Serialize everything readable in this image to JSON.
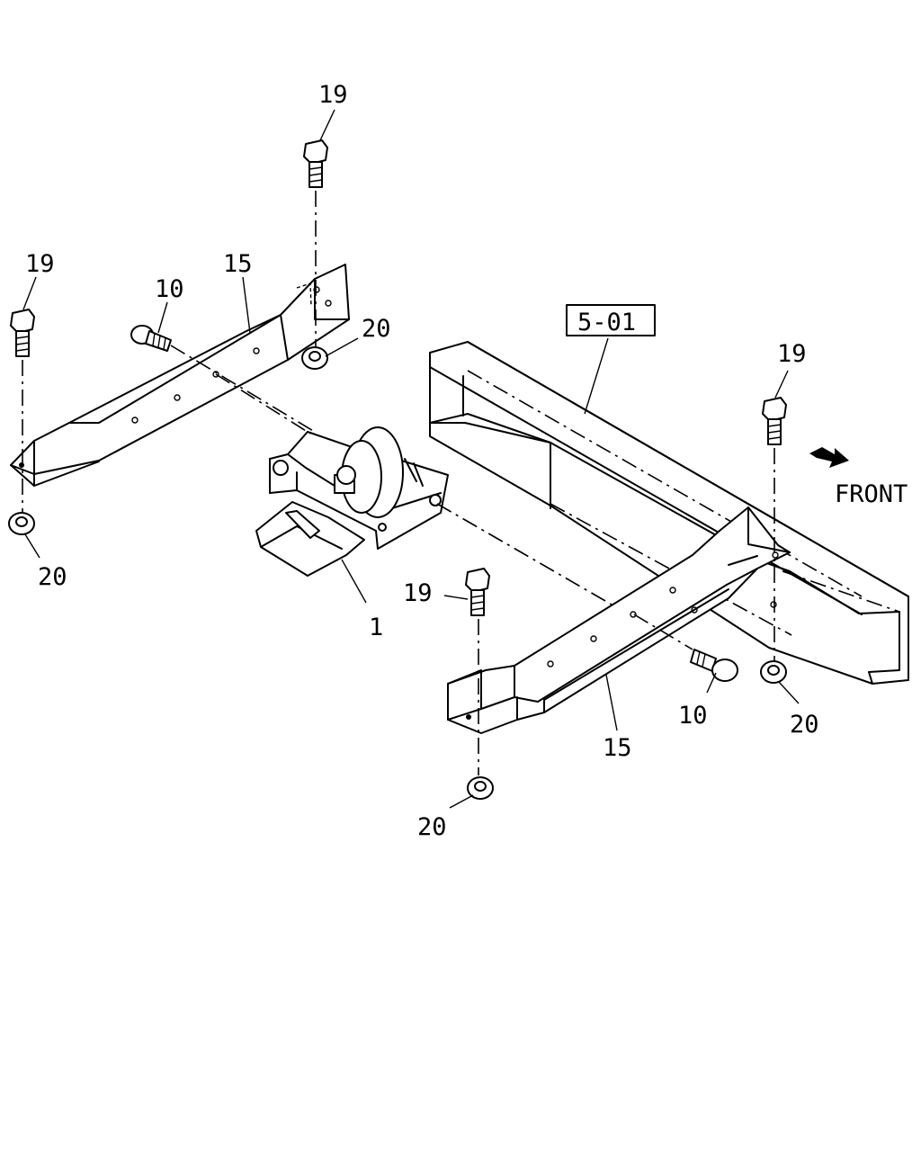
{
  "labels": {
    "ref": "5-01",
    "front": "FRONT",
    "p1": "1",
    "p10a": "10",
    "p10b": "10",
    "p15a": "15",
    "p15b": "15",
    "p19a": "19",
    "p19b": "19",
    "p19c": "19",
    "p19d": "19",
    "p20a": "20",
    "p20b": "20",
    "p20c": "20",
    "p20d": "20"
  },
  "icons": {
    "front_arrow": "front-arrow-icon"
  }
}
